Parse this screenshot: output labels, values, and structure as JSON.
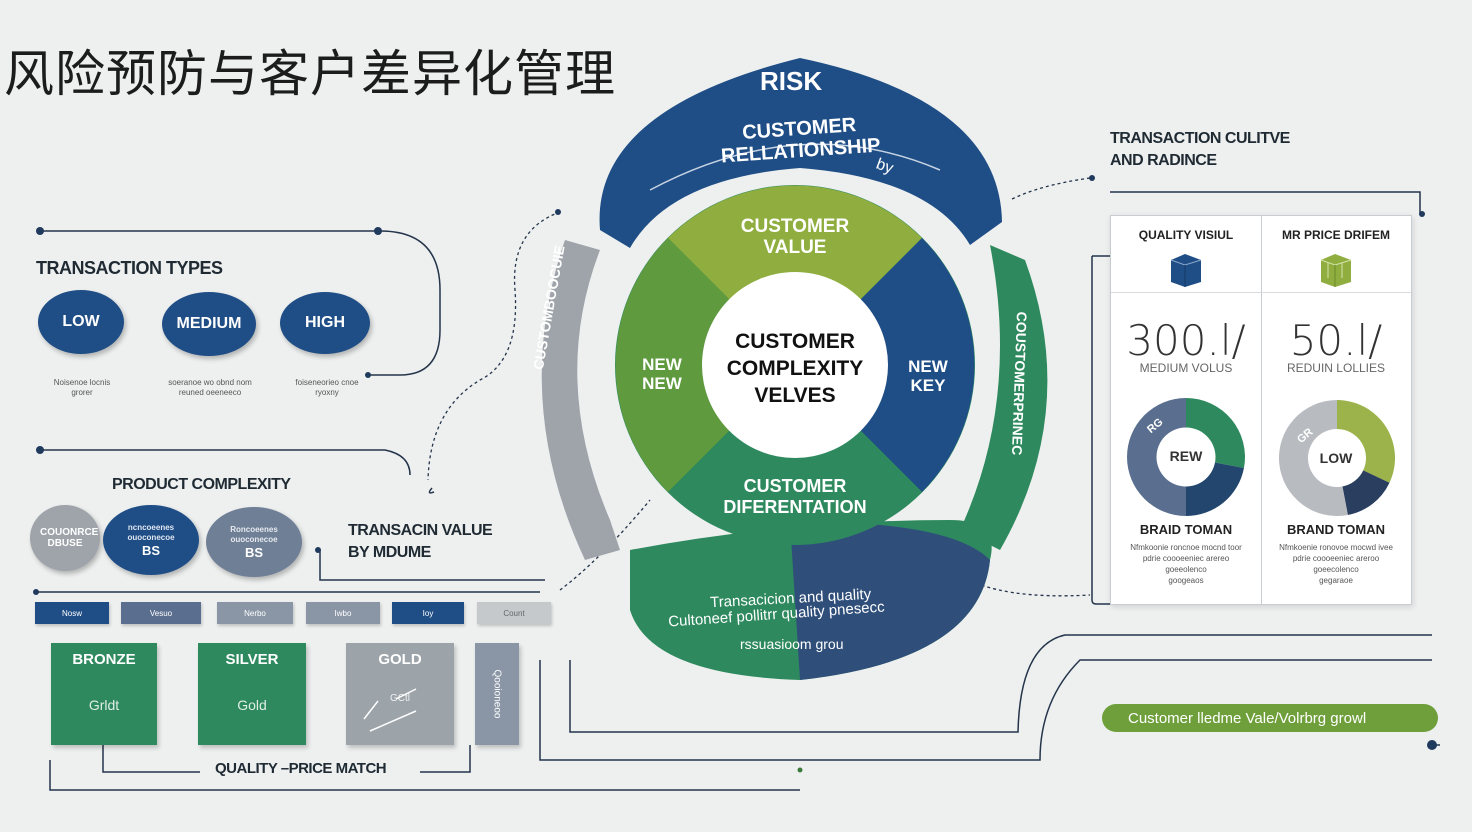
{
  "title": "风险预防与客户差异化管理",
  "left": {
    "transaction_types": {
      "label": "TRANSACTION TYPES",
      "items": [
        {
          "label": "LOW",
          "note": "Noisenoe locnis grorer"
        },
        {
          "label": "MEDIUM",
          "note": "soeranoe wo obnd nom reuned oeeneeco"
        },
        {
          "label": "HIGH",
          "note": "foiseneorieo cnoe ryoxny"
        }
      ]
    },
    "product_complexity": {
      "label": "PRODUCT COMPLEXITY",
      "items": [
        {
          "label": "COUONRCE DBUSE"
        },
        {
          "label": "BS",
          "note": "ncncoeenes ouoconecoe"
        },
        {
          "label": "BS",
          "note": "Roncoeenes ouoconecoe"
        }
      ]
    },
    "transaction_value": "TRANSACIN VALUE\nBY MDUME",
    "bars": [
      "Nosw",
      "Vesuo",
      "Nerbo",
      "Iwbo",
      "Ioy",
      "Count"
    ],
    "tiers": [
      {
        "name": "BRONZE",
        "sub": "Grldt",
        "color": "#2e8a5e"
      },
      {
        "name": "SILVER",
        "sub": "Gold",
        "color": "#2e8a5e"
      },
      {
        "name": "GOLD",
        "sub": "GCtl",
        "color": "#9ca3a9"
      }
    ],
    "vertical_tag": "Qooioneoo",
    "quality_price": "QUALITY –PRICE MATCH"
  },
  "wheel": {
    "risk": "RISK",
    "customer_relationship": "CUSTOMER\nRELLATIONSHIP",
    "by": "by",
    "customer_value": "CUSTOMER\nVALUE",
    "left": "NEW\nNEW",
    "right": "NEW\nKEY",
    "center": "CUSTOMER\nCOMPLEXITY\nVELVES",
    "bottom": "CUSTOMER\nDIFERENTATION",
    "left_arc": "CUSTOMBOOCUIE",
    "right_arc": "COUSTOMERPRINEC",
    "bottom_arc_line1": "Transacicion and quality",
    "bottom_arc_line2": "Cultoneef pollitrr quality pnesecc",
    "bottom_arc_line3": "rssuasioom grou"
  },
  "right": {
    "header": "TRANSACTION CULITVE\nAND RADINCE",
    "columns": [
      {
        "head": "QUALITY VISIUL",
        "value": "300.l/",
        "sub": "MEDIUM VOLUS",
        "donut_center": "REW",
        "donut_tag": "RG",
        "brand": "BRAID TOMAN",
        "brand_sub": "Nfmkoonie roncnoe mocnd toor\npdrie coooeeniec arereo\ngoeeolenco\ngoogeaos",
        "donut_segments": [
          0.28,
          0.22,
          0.5
        ],
        "donut_colors": [
          "#2e8a5e",
          "#23466e",
          "#5a6f8f"
        ]
      },
      {
        "head": "MR PRICE DRIFEM",
        "value": "50.l/",
        "sub": "REDUIN LOLLIES",
        "donut_center": "LOW",
        "donut_tag": "GR",
        "brand": "BRAND TOMAN",
        "brand_sub": "Nfmkoenie ronovoe mocwd ivee\npdrie coooeeniec areroo\ngoeecolenco\ngegaraoe",
        "donut_segments": [
          0.32,
          0.15,
          0.53
        ],
        "donut_colors": [
          "#9bb34a",
          "#2a3e5f",
          "#b8bcc0"
        ]
      }
    ],
    "growth": "Customer lledme Vale/Volrbrg growl"
  },
  "colors": {
    "navy": "#1f4e86",
    "green": "#2e8a5e",
    "olive": "#8fae3f",
    "gray": "#9ea4aa"
  }
}
